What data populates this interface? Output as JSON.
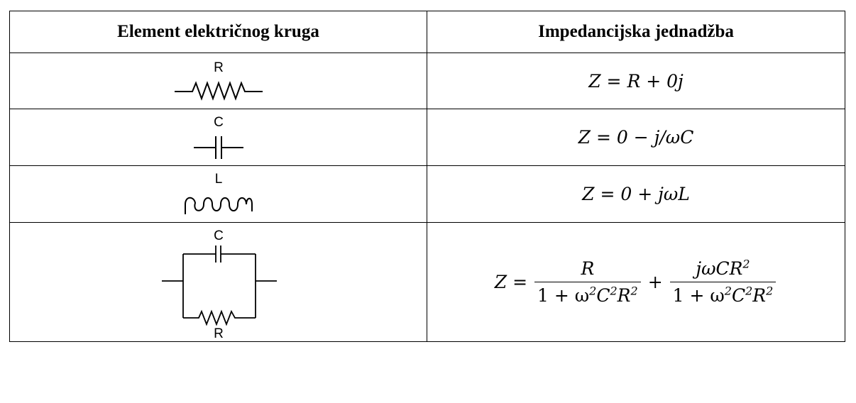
{
  "table": {
    "headers": {
      "element": "Element električnog kruga",
      "equation": "Impedancijska jednadžba"
    },
    "rows": [
      {
        "symbol": "resistor",
        "labels": {
          "top": "R"
        },
        "equation": {
          "lhs": "Z",
          "eq": "=",
          "rhs": "R + 0j"
        }
      },
      {
        "symbol": "capacitor",
        "labels": {
          "top": "C"
        },
        "equation": {
          "lhs": "Z",
          "eq": "=",
          "rhs": "0 − j/ωC"
        }
      },
      {
        "symbol": "inductor",
        "labels": {
          "top": "L"
        },
        "equation": {
          "lhs": "Z",
          "eq": "=",
          "rhs": "0 + jωL"
        }
      },
      {
        "symbol": "parallel-rc",
        "labels": {
          "top": "C",
          "bottom": "R"
        },
        "equation": {
          "lhs": "Z",
          "eq": "=",
          "frac1": {
            "num": "R",
            "den_a": "1 + ω",
            "den_b": "C",
            "den_c": "R"
          },
          "plus": "+",
          "frac2": {
            "num_a": "jωCR",
            "den_a": "1 + ω",
            "den_b": "C",
            "den_c": "R"
          },
          "exp": "2"
        }
      }
    ]
  }
}
